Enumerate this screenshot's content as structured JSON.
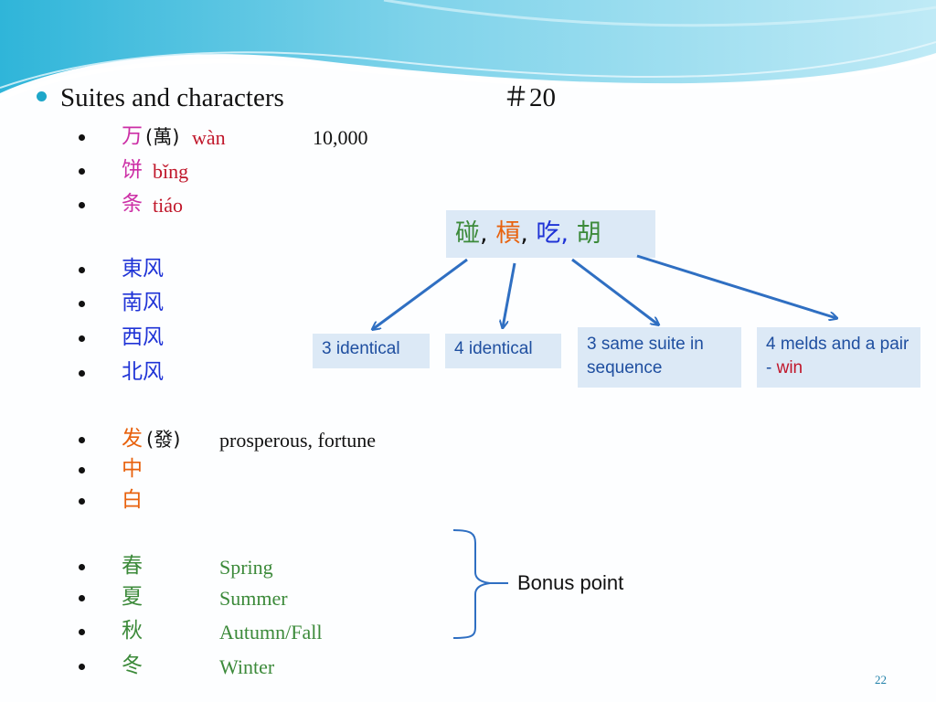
{
  "slide": {
    "title": "Suites and characters",
    "number_ref": "＃20",
    "page_number": "22"
  },
  "suites": [
    {
      "char": "万",
      "trad": "(萬)",
      "pinyin": "wàn",
      "meaning": "10,000"
    },
    {
      "char": "饼",
      "pinyin": "bǐng"
    },
    {
      "char": "条",
      "pinyin": "tiáo"
    }
  ],
  "winds": [
    "東风",
    "南风",
    "西风",
    "北风"
  ],
  "dragons": [
    {
      "char": "发",
      "trad": "(發)",
      "meaning": "prosperous, fortune"
    },
    {
      "char": "中"
    },
    {
      "char": "白"
    }
  ],
  "seasons": [
    {
      "char": "春",
      "english": "Spring"
    },
    {
      "char": "夏",
      "english": "Summer"
    },
    {
      "char": "秋",
      "english": "Autumn/Fall"
    },
    {
      "char": "冬",
      "english": "Winter"
    }
  ],
  "actions": {
    "peng": "碰",
    "gang": "槓",
    "chi": "吃",
    "hu": "胡",
    "separator": ","
  },
  "action_boxes": {
    "identical3": "3 identical",
    "identical4": "4 identical",
    "sequence": "3 same suite in sequence",
    "win_prefix": "4 melds and a pair - ",
    "win_word": "win"
  },
  "bonus_label": "Bonus point",
  "colors": {
    "magenta": "#cc2fa6",
    "red": "#c0162a",
    "blue": "#1f33d6",
    "orange": "#e8620e",
    "green": "#3c8a3a",
    "accent": "#1ea7c9",
    "arrow": "#2f6fc2"
  }
}
